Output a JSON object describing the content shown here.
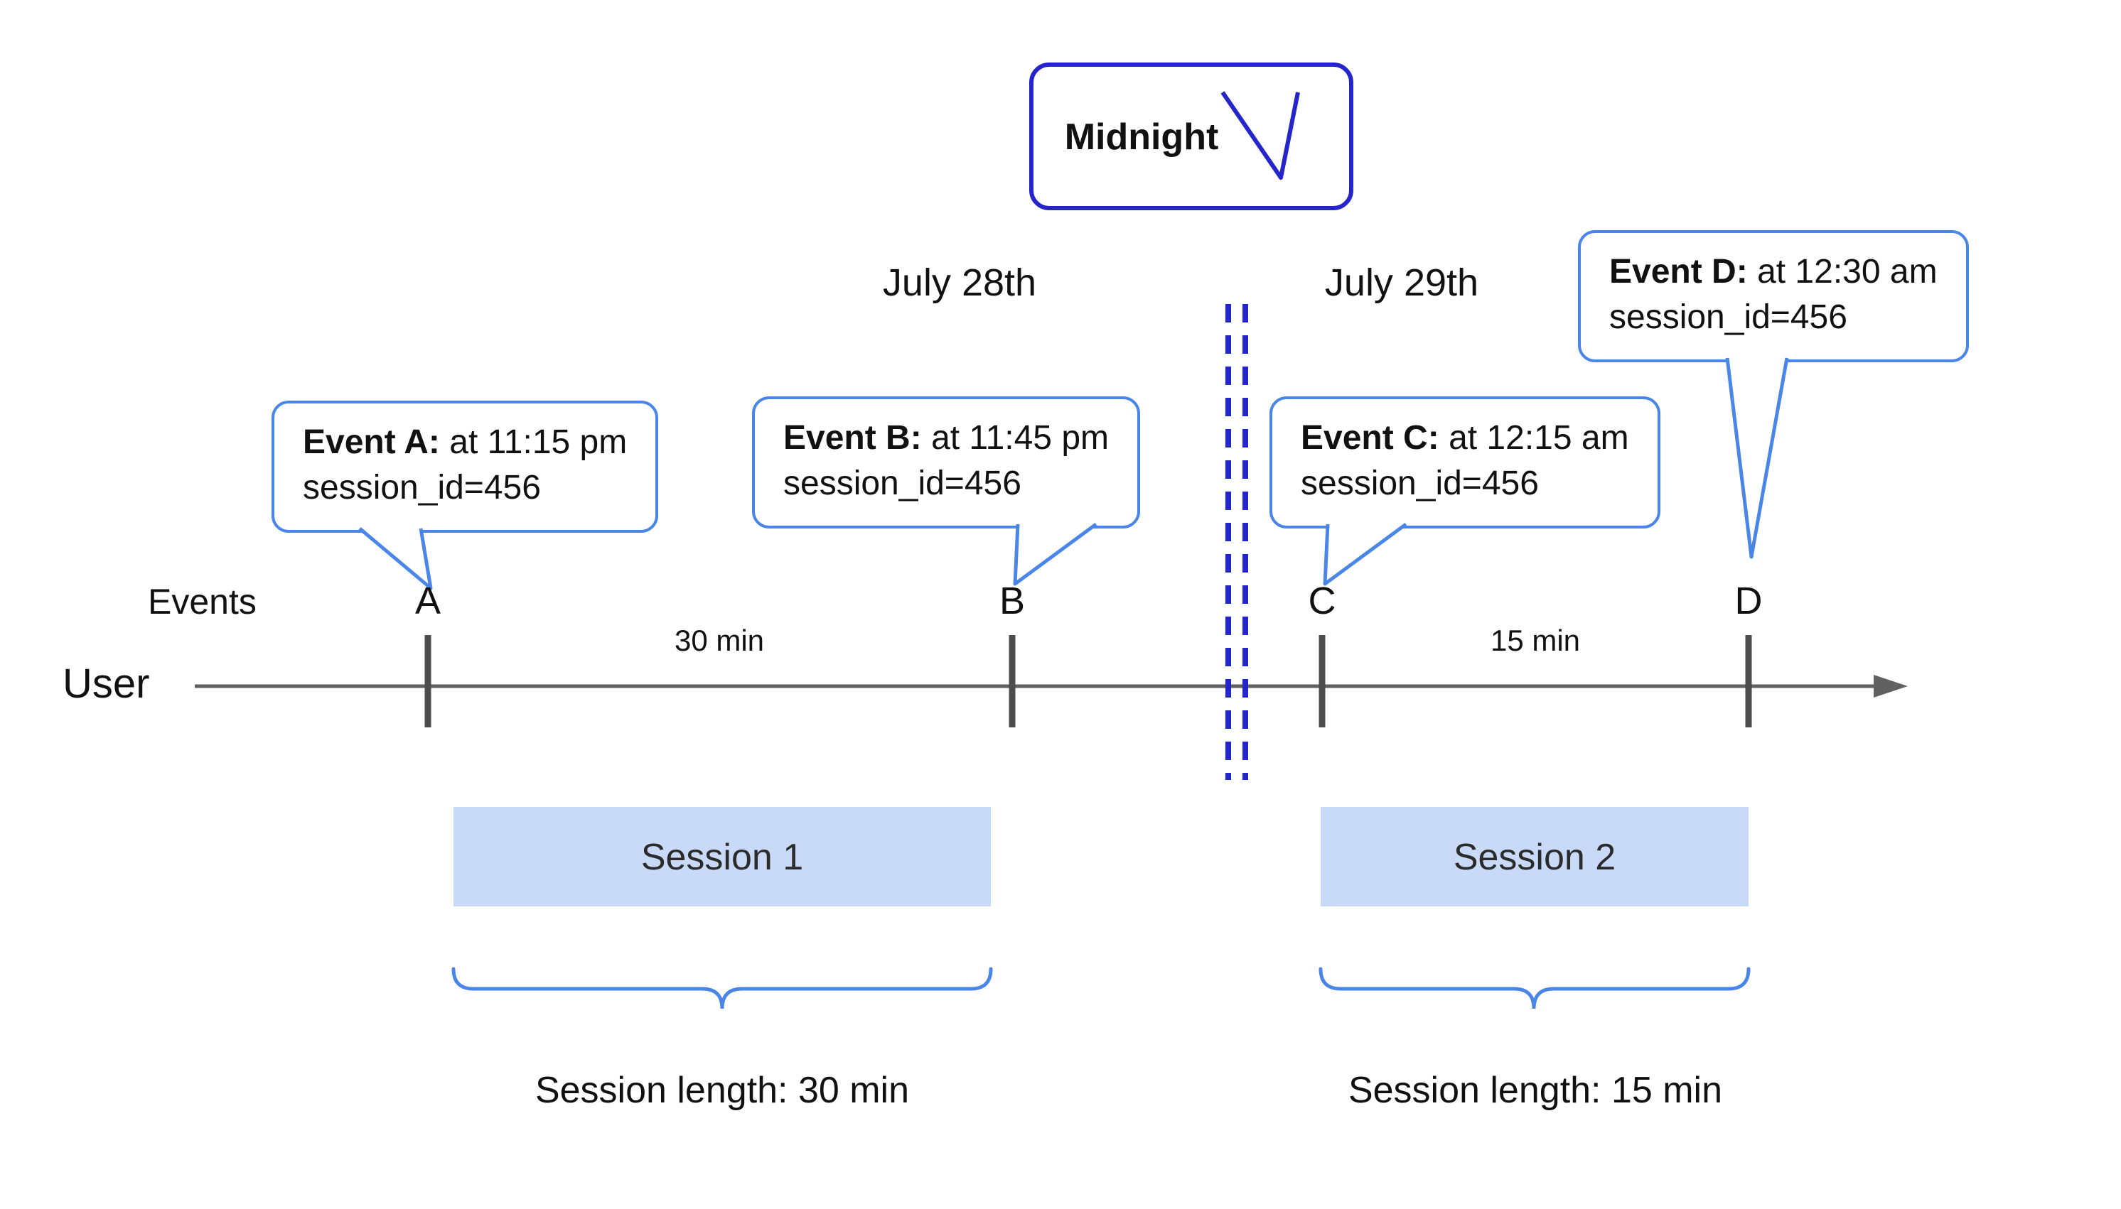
{
  "diagram": {
    "midnight": {
      "label": "Midnight"
    },
    "dates": {
      "left": "July 28th",
      "right": "July 29th"
    },
    "axis": {
      "events_label": "Events",
      "user_label": "User"
    },
    "events": [
      {
        "label": "A",
        "name": "Event A:",
        "time": "at 11:15 pm",
        "session": "session_id=456"
      },
      {
        "label": "B",
        "name": "Event B:",
        "time": "at 11:45 pm",
        "session": "session_id=456"
      },
      {
        "label": "C",
        "name": "Event C:",
        "time": "at 12:15 am",
        "session": "session_id=456"
      },
      {
        "label": "D",
        "name": "Event D:",
        "time": "at 12:30 am",
        "session": "session_id=456"
      }
    ],
    "gaps": [
      {
        "label": "30 min"
      },
      {
        "label": "15 min"
      }
    ],
    "sessions": [
      {
        "label": "Session 1",
        "length": "Session length: 30 min"
      },
      {
        "label": "Session 2",
        "length": "Session length: 15 min"
      }
    ],
    "colors": {
      "callout_border": "#4a86e8",
      "midnight_border": "#2525cc",
      "dashed_line": "#2525cc",
      "session_fill": "#c9daf8",
      "timeline": "#616161"
    }
  }
}
